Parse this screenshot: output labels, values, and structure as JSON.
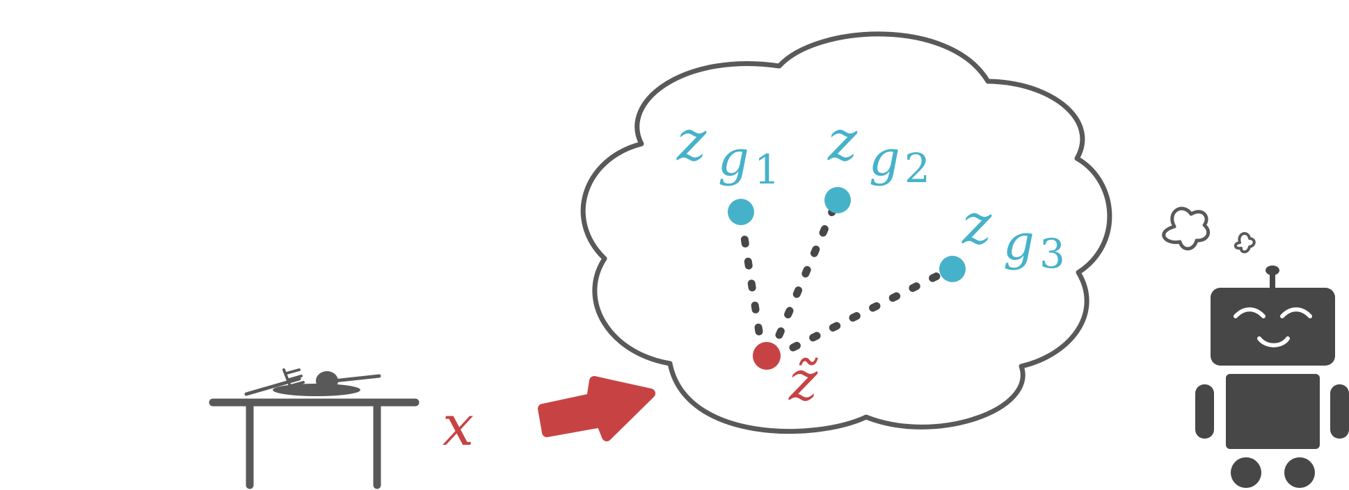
{
  "colors": {
    "outline": "#595959",
    "dark": "#474747",
    "red": "#C74343",
    "teal": "#46B2C9",
    "white": "#ffffff"
  },
  "labels": {
    "x": "x",
    "z_tilde": "z̃",
    "zg1_base": "z",
    "zg1_g": "g",
    "zg1_sub": "1",
    "zg2_base": "z",
    "zg2_g": "g",
    "zg2_sub": "2",
    "zg3_base": "z",
    "zg3_g": "g",
    "zg3_sub": "3"
  },
  "icons": {
    "table": "table-icon",
    "utensils": "fork-knife-plate-icon",
    "arrow": "arrow-right-icon",
    "cloud": "thought-cloud-icon",
    "robot": "robot-icon"
  }
}
